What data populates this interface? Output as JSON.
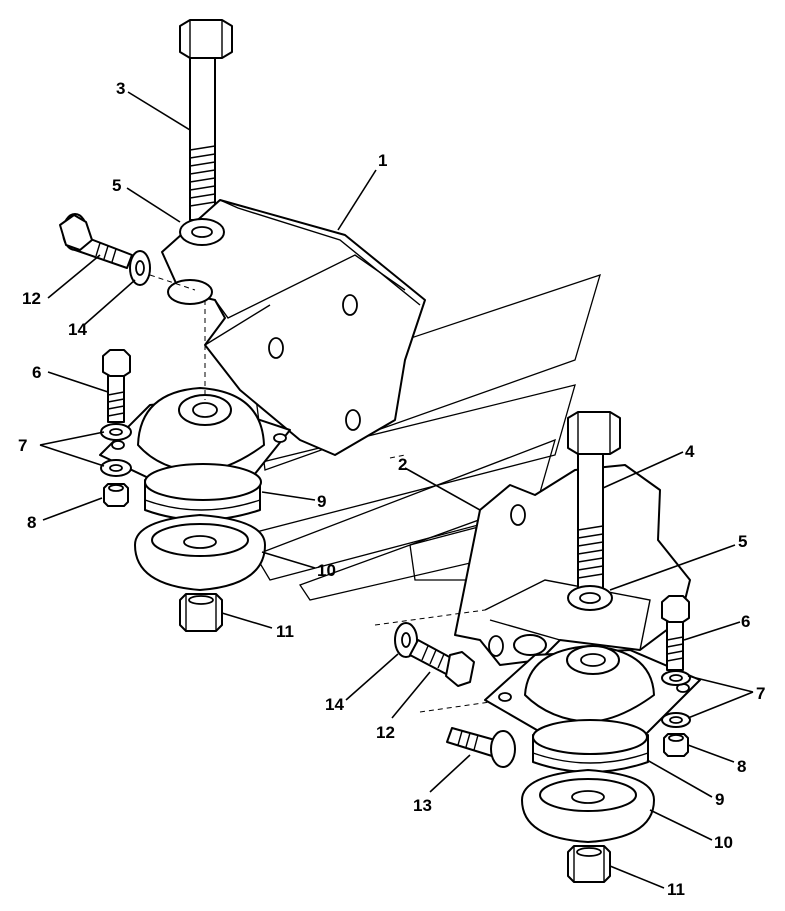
{
  "callouts": {
    "c1": "1",
    "c2": "2",
    "c3": "3",
    "c4": "4",
    "c5a": "5",
    "c5b": "5",
    "c6a": "6",
    "c6b": "6",
    "c7a": "7",
    "c7b": "7",
    "c8a": "8",
    "c8b": "8",
    "c9a": "9",
    "c9b": "9",
    "c10a": "10",
    "c10b": "10",
    "c11a": "11",
    "c11b": "11",
    "c12a": "12",
    "c12b": "12",
    "c13": "13",
    "c14a": "14",
    "c14b": "14"
  },
  "colors": {
    "line": "#000000",
    "background": "#ffffff"
  }
}
